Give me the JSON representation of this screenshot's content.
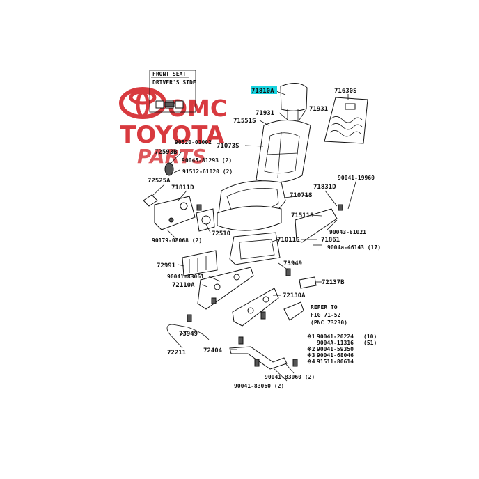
{
  "header": {
    "scope_line1": "FRONT SEAT",
    "scope_line2": "DRIVER'S SIDE"
  },
  "watermark": {
    "line1": "OMC",
    "line2": "TOYOTA",
    "line3": "PARTS",
    "color": "#d83a3f"
  },
  "highlight_color": "#19d3df",
  "parts": [
    {
      "id": "71810A"
    },
    {
      "id": "71630S"
    },
    {
      "id": "71931"
    },
    {
      "id": "71931"
    },
    {
      "id": "71551S"
    },
    {
      "id": "71073S"
    },
    {
      "id": "90520-01002"
    },
    {
      "id": "72593B"
    },
    {
      "id": "90045-81293 (2)"
    },
    {
      "id": "91512-61020 (2)"
    },
    {
      "id": "72525A"
    },
    {
      "id": "71811D"
    },
    {
      "id": "71071S"
    },
    {
      "id": "71831D"
    },
    {
      "id": "90041-19960"
    },
    {
      "id": "71511S"
    },
    {
      "id": "72510"
    },
    {
      "id": "90179-08068 (2)"
    },
    {
      "id": "90043-81021"
    },
    {
      "id": "71861"
    },
    {
      "id": "71011S"
    },
    {
      "id": "9004a-46143 (17)"
    },
    {
      "id": "72991"
    },
    {
      "id": "73949"
    },
    {
      "id": "90041-83061"
    },
    {
      "id": "72110A"
    },
    {
      "id": "72137B"
    },
    {
      "id": "72130A"
    },
    {
      "id": "73949"
    },
    {
      "id": "72211"
    },
    {
      "id": "72404"
    },
    {
      "id": "90041-83060 (2)"
    },
    {
      "id": "90041-83060 (2)"
    }
  ],
  "refer_note": {
    "line1": "REFER TO",
    "line2": "FIG 71-52",
    "line3": "(PNC 73230)"
  },
  "legend": [
    {
      "mark": "※1",
      "part": "90041-20224",
      "note": "(10)"
    },
    {
      "mark": "",
      "part": "9004A-11316",
      "note": "(51)"
    },
    {
      "mark": "※2",
      "part": "90041-59350",
      "note": ""
    },
    {
      "mark": "※3",
      "part": "90041-68046",
      "note": ""
    },
    {
      "mark": "※4",
      "part": "91511-80614",
      "note": ""
    }
  ]
}
